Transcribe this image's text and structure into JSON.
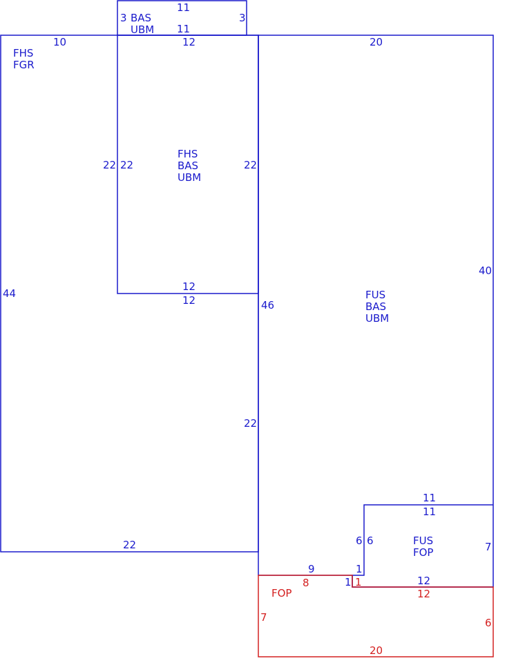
{
  "colors": {
    "structure": "#1a1acc",
    "porch": "#d42020"
  },
  "areas": {
    "top_small": [
      "BAS",
      "UBM"
    ],
    "left_garage": [
      "FHS",
      "FGR"
    ],
    "center_main": [
      "FHS",
      "BAS",
      "UBM"
    ],
    "right_main": [
      "FUS",
      "BAS",
      "UBM"
    ],
    "porch_upper": [
      "FUS",
      "FOP"
    ],
    "porch_lower": [
      "FOP"
    ]
  },
  "dims": {
    "top_small_top": "11",
    "top_small_bottom": "11",
    "top_small_left": "3",
    "top_small_right": "3",
    "garage_top": "10",
    "garage_left": "44",
    "garage_bottom": "22",
    "garage_right": "22",
    "center_top": "12",
    "center_left": "22",
    "center_right": "22",
    "center_bottom_a": "12",
    "center_bottom_b": "12",
    "right_top": "20",
    "right_right": "40",
    "right_left": "46",
    "right_left_lower": "22",
    "notch_top_a": "11",
    "notch_top_b": "11",
    "notch_left_a": "6",
    "notch_left_b": "6",
    "notch_right": "7",
    "notch_bottom": "12",
    "step_bottom": "9",
    "step_a": "1",
    "step_b": "1",
    "porch_step": "1",
    "porch_top": "8",
    "porch_top_right": "12",
    "porch_left": "7",
    "porch_right": "6",
    "porch_bottom": "20"
  }
}
